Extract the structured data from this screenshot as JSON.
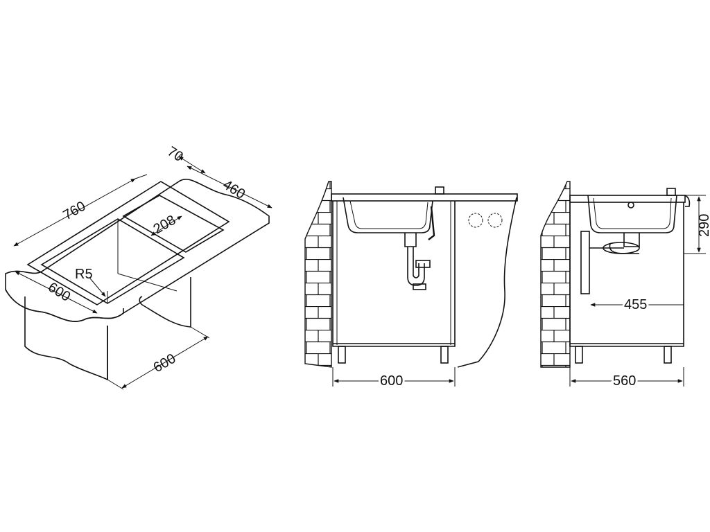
{
  "colors": {
    "line": "#111111",
    "background": "#ffffff"
  },
  "iso_view": {
    "dim_depth_top": "70",
    "dim_bowl_depth": "460",
    "dim_length": "760",
    "dim_drainer": "208",
    "dim_radius": "R5",
    "dim_width": "600",
    "dim_cabinet": "600"
  },
  "front_view": {
    "dim_cabinet_width": "600"
  },
  "side_view": {
    "dim_height": "290",
    "dim_drain_offset": "455",
    "dim_cabinet_depth": "560"
  }
}
